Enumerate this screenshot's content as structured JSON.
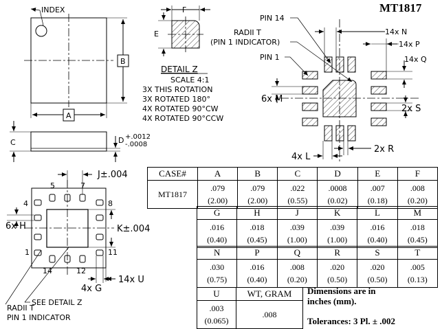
{
  "title": "MT1817",
  "top_view": {
    "index_label": "INDEX",
    "a_label": "A",
    "b_label": "B"
  },
  "side_view": {
    "c_label": "C",
    "d_label": "D",
    "d_tol_plus": "+.0012",
    "d_tol_minus": "-.0008"
  },
  "detail_z": {
    "f_label": "F",
    "e_label": "E",
    "heading": "DETAIL Z",
    "scale": "SCALE 4:1",
    "rotations": [
      "3X THIS ROTATION",
      "3X ROTATED 180°",
      "4X ROTATED 90°CW",
      "4X ROTATED 90°CCW"
    ]
  },
  "pad_view": {
    "pin14": "PIN 14",
    "radii_line1": "RADII T",
    "radii_line2": "(PIN 1 INDICATOR)",
    "pin1": "PIN 1",
    "n_label": "14x N",
    "p_label": "14x P",
    "q_label": "14x Q",
    "m_label": "6x M",
    "s_label": "2x S",
    "l_label": "4x L",
    "r_label": "2x R"
  },
  "bottom_view": {
    "j_label": "J±.004",
    "h_label": "6x H",
    "k_label": "K±.004",
    "pin_numbers": [
      "5",
      "7",
      "4",
      "8",
      "1",
      "11",
      "14",
      "12"
    ],
    "see_detail": "SEE DETAIL Z",
    "g_label": "4x G",
    "u_label": "14x U",
    "radii_line1": "RADII T",
    "radii_line2": "PIN 1 INDICATOR"
  },
  "table1": {
    "headers": [
      "CASE#",
      "A",
      "B",
      "C",
      "D",
      "E",
      "F"
    ],
    "row": [
      "MT1817",
      ".079",
      "(2.00)",
      ".079",
      "(2.00)",
      ".022",
      "(0.55)",
      ".0008",
      "(0.02)",
      ".007",
      "(0.18)",
      ".008",
      "(0.20)"
    ]
  },
  "table2": {
    "headers": [
      "G",
      "H",
      "J",
      "K",
      "L",
      "M"
    ],
    "row": [
      ".016",
      "(0.40)",
      ".018",
      "(0.45)",
      ".039",
      "(1.00)",
      ".039",
      "(1.00)",
      ".016",
      "(0.40)",
      ".018",
      "(0.45)"
    ]
  },
  "table3": {
    "headers": [
      "N",
      "P",
      "Q",
      "R",
      "S",
      "T"
    ],
    "row": [
      ".030",
      "(0.75)",
      ".016",
      "(0.40)",
      ".008",
      "(0.20)",
      ".020",
      "(0.50)",
      ".020",
      "(0.50)",
      ".005",
      "(0.13)"
    ]
  },
  "table4": {
    "headers": [
      "U",
      "WT, GRAM"
    ],
    "row": [
      ".003",
      "(0.065)",
      ".008"
    ]
  },
  "notes": {
    "dims_line1": "Dimensions are in",
    "dims_line2": "inches (mm).",
    "tolerances": "Tolerances:  3 Pl. ± .002"
  }
}
